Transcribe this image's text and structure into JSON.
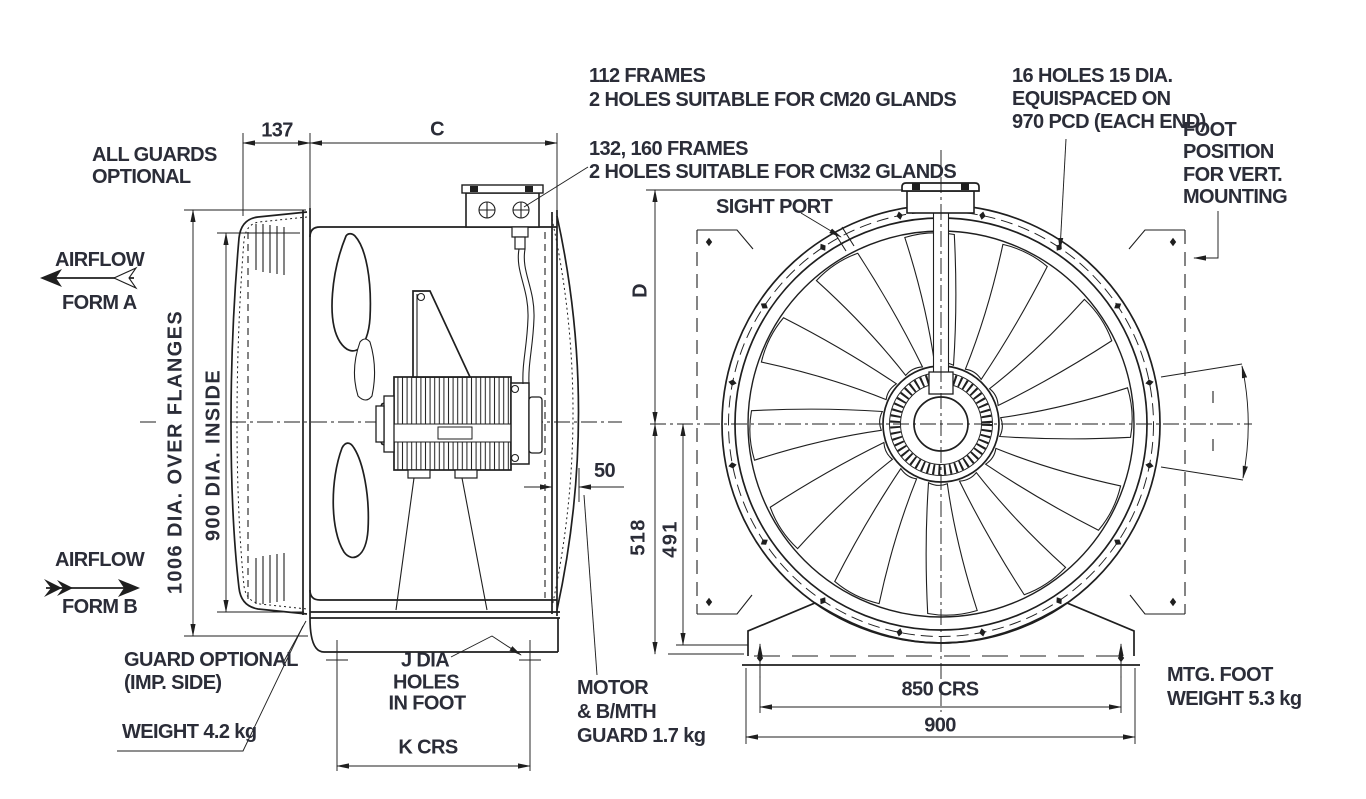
{
  "drawing": {
    "title": "Axial fan dimension drawing, side view and front view",
    "colors": {
      "ink": "#1f1f1f",
      "text": "#2b2d38"
    },
    "notes": {
      "frames112_1": "112 FRAMES",
      "frames112_2": "2 HOLES SUITABLE FOR CM20 GLANDS",
      "frames132_1": "132, 160 FRAMES",
      "frames132_2": "2 HOLES SUITABLE FOR CM32 GLANDS",
      "holes16_1": "16 HOLES 15 DIA.",
      "holes16_2": "EQUISPACED ON",
      "holes16_3": "970 PCD (EACH END)",
      "footpos_1": "FOOT",
      "footpos_2": "POSITION",
      "footpos_3": "FOR VERT.",
      "footpos_4": "MOUNTING",
      "sight_port": "SIGHT PORT",
      "all_guards_1": "ALL GUARDS",
      "all_guards_2": "OPTIONAL",
      "airflow": "AIRFLOW",
      "form_a": "FORM A",
      "form_b": "FORM B",
      "guard_opt_1": "GUARD OPTIONAL",
      "guard_opt_2": "(IMP. SIDE)",
      "weight": "WEIGHT 4.2 kg",
      "jdia_1": "J DIA",
      "jdia_2": "HOLES",
      "jdia_3": "IN FOOT",
      "motor_1": "MOTOR",
      "motor_2": "& B/MTH",
      "motor_3": "GUARD 1.7 kg",
      "mtg_1": "MTG. FOOT",
      "mtg_2": "WEIGHT 5.3 kg"
    },
    "dims": {
      "d137": "137",
      "c": "C",
      "dia1006": "1006 DIA. OVER FLANGES",
      "dia900": "900 DIA. INSIDE",
      "d": "D",
      "d50": "50",
      "d518": "518",
      "d491": "491",
      "kcrs": "K CRS",
      "crs850": "850 CRS",
      "d900": "900"
    }
  }
}
